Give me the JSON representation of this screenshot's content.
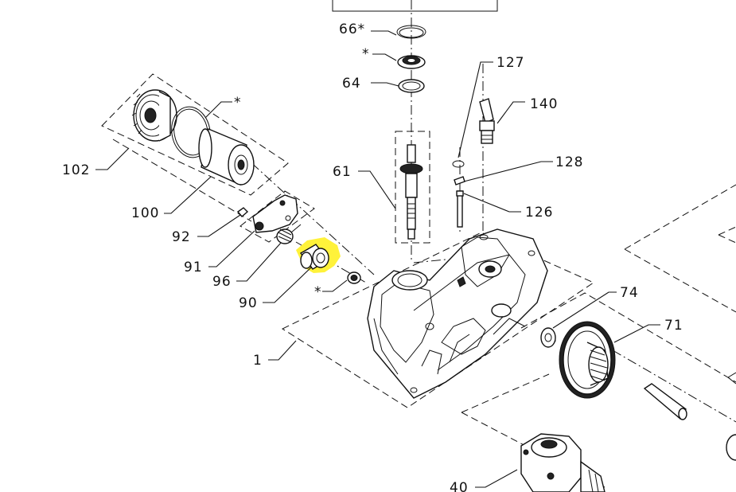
{
  "diagram": {
    "highlight_color": "#fff23a",
    "line_color": "#111111",
    "callouts": [
      {
        "id": "66",
        "text": "66*"
      },
      {
        "id": "star-bearing",
        "text": "*"
      },
      {
        "id": "64",
        "text": "64"
      },
      {
        "id": "127",
        "text": "127"
      },
      {
        "id": "140",
        "text": "140"
      },
      {
        "id": "star-filter",
        "text": "*"
      },
      {
        "id": "102",
        "text": "102"
      },
      {
        "id": "61",
        "text": "61"
      },
      {
        "id": "128",
        "text": "128"
      },
      {
        "id": "100",
        "text": "100"
      },
      {
        "id": "126",
        "text": "126"
      },
      {
        "id": "92",
        "text": "92"
      },
      {
        "id": "91",
        "text": "91"
      },
      {
        "id": "96",
        "text": "96"
      },
      {
        "id": "star-washer",
        "text": "*"
      },
      {
        "id": "90",
        "text": "90"
      },
      {
        "id": "74",
        "text": "74"
      },
      {
        "id": "71",
        "text": "71"
      },
      {
        "id": "1",
        "text": "1"
      },
      {
        "id": "40",
        "text": "40"
      }
    ]
  }
}
